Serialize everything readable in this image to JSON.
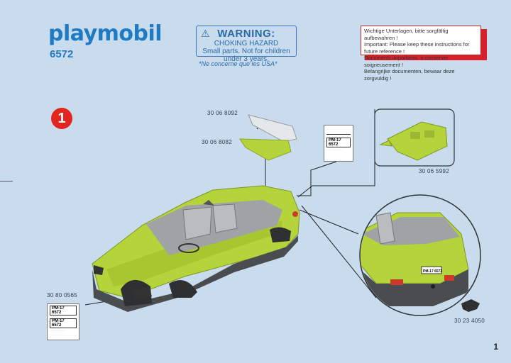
{
  "brand": "playmobil",
  "model_number": "6572",
  "warning": {
    "title": "WARNING:",
    "subtitle": "CHOKING HAZARD",
    "text": "Small parts. Not for children under 3 years.",
    "usa_note": "*Ne concerne que les USA*"
  },
  "keep_notice": [
    "Wichtige Unterlagen, bitte sorgfältig aufbewahren !",
    "Important: Please keep these instructions for future reference !",
    "Documents importants, à conserver soigneusement !",
    "Belangrijke documenten, bewaar deze zorgvuldig !"
  ],
  "step_number": "1",
  "part_numbers": {
    "wing": "30 06 8092",
    "spoiler_base": "30 06 8082",
    "trunk_insert": "30 06 5992",
    "bumper": "30 80 0565",
    "hitch": "30 23 4050"
  },
  "plate_text": "PM-17 6572",
  "page_number": "1",
  "colors": {
    "brand_blue": "#1f7ac4",
    "car_green": "#b5d33a",
    "step_red": "#e32520",
    "background": "#c8dcee"
  }
}
